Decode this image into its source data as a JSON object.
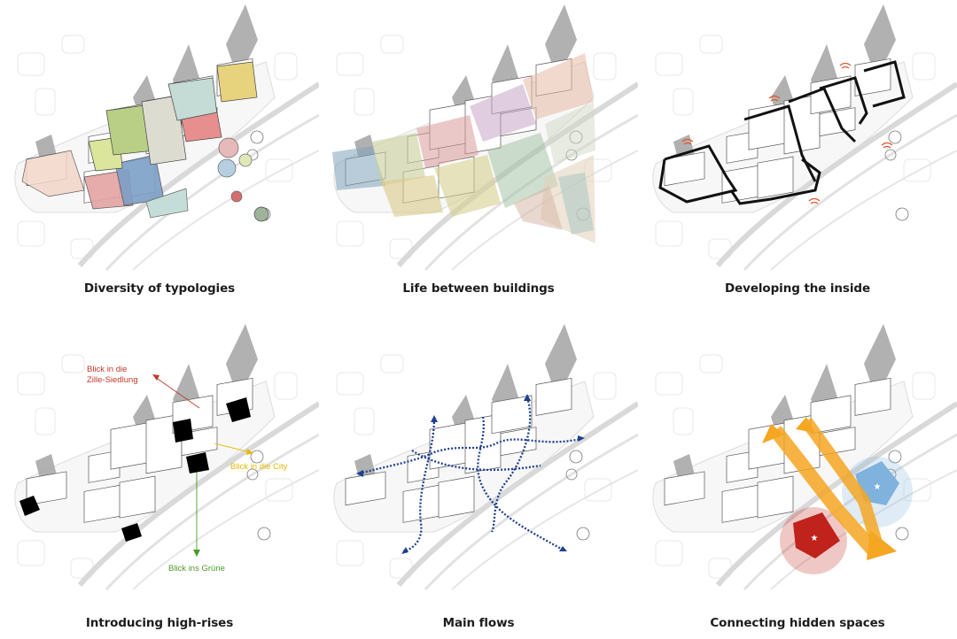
{
  "panels": [
    {
      "caption": "Diversity of typologies"
    },
    {
      "caption": "Life between buildings"
    },
    {
      "caption": "Developing the inside"
    },
    {
      "caption": "Introducing high-rises"
    },
    {
      "caption": "Main flows"
    },
    {
      "caption": "Connecting hidden spaces"
    }
  ],
  "annotations": {
    "zille": "Blick in die\nZille-Siedlung",
    "city": "Blick in die City",
    "green": "Blick ins Grüne"
  },
  "colors": {
    "building_grey": "#a9a9a9",
    "zille_red": "#c0392b",
    "city_yellow": "#e6b800",
    "green": "#4a9a2a",
    "flow_blue": "#1f3f8f",
    "orange": "#f5a623",
    "hidden_red": "#c0221c",
    "hidden_blue": "#7fb2dc"
  }
}
